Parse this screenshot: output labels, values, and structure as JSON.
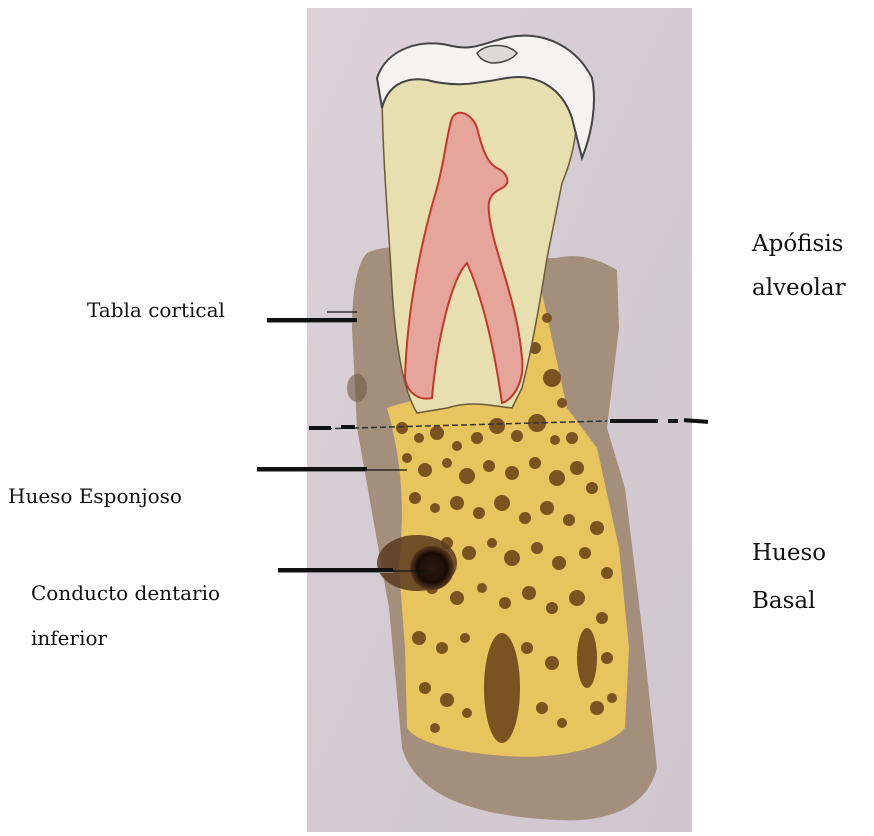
{
  "labels": {
    "tabla_cortical": "Tabla cortical",
    "hueso_esponjoso": "Hueso Esponjoso",
    "conducto_line1": "Conducto dentario",
    "conducto_line2": "inferior",
    "apofisis_line1": "Apófisis",
    "apofisis_line2": "alveolar",
    "basal_line1": "Hueso",
    "basal_line2": "Basal"
  },
  "colors": {
    "background_photo": "#d8cfd6",
    "cortical_bone": "#a38f7c",
    "spongy_bone": "#e8c45e",
    "trabecula": "#7a5320",
    "dentin": "#e7dfb0",
    "pulp": "#e6a59b",
    "pulp_outline": "#c0392b",
    "enamel": "#f5f3f2"
  }
}
